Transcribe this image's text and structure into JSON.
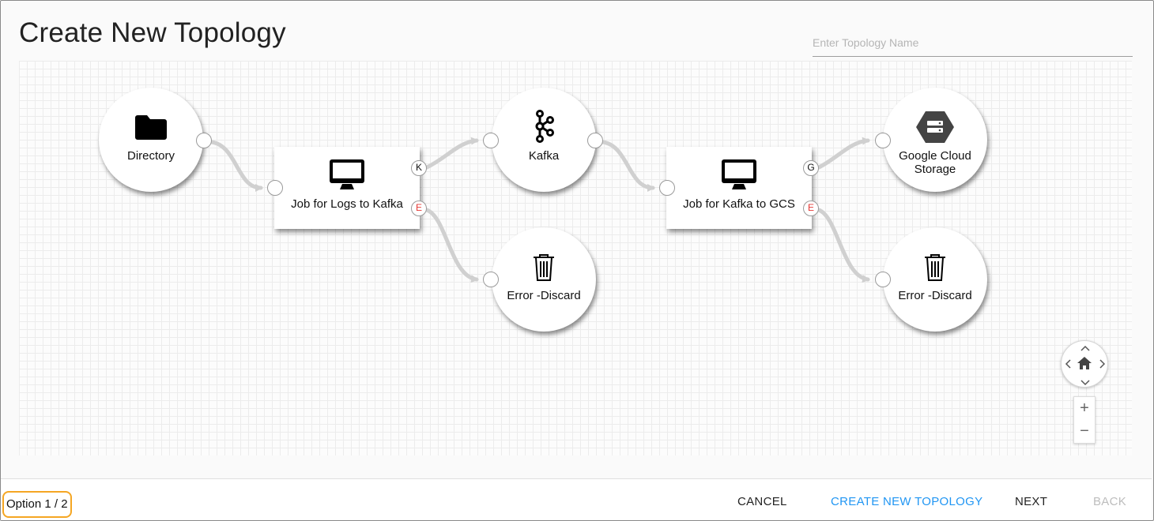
{
  "page": {
    "title": "Create New Topology"
  },
  "topology_name": {
    "placeholder": "Enter Topology Name",
    "value": ""
  },
  "nodes": {
    "directory": {
      "label": "Directory",
      "icon": "folder-icon"
    },
    "job_logs": {
      "label": "Job for Logs to Kafka",
      "icon": "monitor-icon",
      "port_out": "K",
      "port_err": "E"
    },
    "kafka": {
      "label": "Kafka",
      "icon": "kafka-icon"
    },
    "error1": {
      "label": "Error -Discard",
      "icon": "trash-icon"
    },
    "job_gcs": {
      "label": "Job for Kafka to GCS",
      "icon": "monitor-icon",
      "port_out": "G",
      "port_err": "E"
    },
    "gcs": {
      "label_line1": "Google Cloud",
      "label_line2": "Storage",
      "icon": "gcs-icon"
    },
    "error2": {
      "label": "Error -Discard",
      "icon": "trash-icon"
    }
  },
  "controls": {
    "zoom_in": "+",
    "zoom_out": "−",
    "pan_up": "^",
    "pan_down": "v",
    "pan_left": "<",
    "pan_right": ">"
  },
  "footer": {
    "option": "Option 1 / 2",
    "cancel": "CANCEL",
    "create": "CREATE NEW TOPOLOGY",
    "next": "NEXT",
    "back": "BACK"
  },
  "colors": {
    "accent": "#2196f3",
    "disabled": "#bdbdbd",
    "error_port": "#e53935",
    "edge": "#d0d0d0",
    "option_border": "#f5a623"
  }
}
